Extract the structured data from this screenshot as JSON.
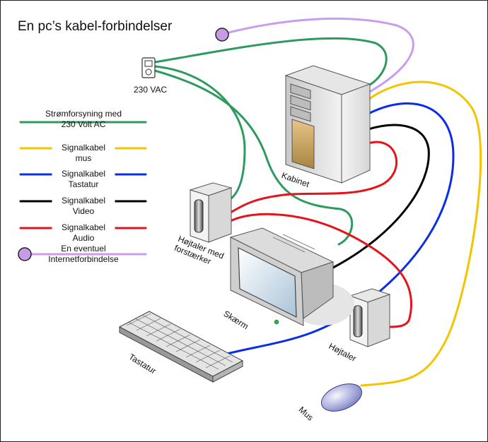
{
  "title": "En pc’s kabel-forbindelser",
  "labels": {
    "outlet": "230 VAC",
    "cabinet": "Kabinet",
    "speaker_amp": "Højtaler med forstærker",
    "speaker": "Højtaler",
    "monitor": "Skærm",
    "keyboard": "Tastatur",
    "mouse": "Mus"
  },
  "legend": [
    {
      "label": "Strømforsyning med 230 Volt AC",
      "color": "#2e9a5e"
    },
    {
      "label": "Signalkabel mus",
      "color": "#f5c400"
    },
    {
      "label": "Signalkabel Tastatur",
      "color": "#0a2ee8"
    },
    {
      "label": "Signalkabel Video",
      "color": "#000000"
    },
    {
      "label": "Signalkabel Audio",
      "color": "#e3151a"
    },
    {
      "label": "En eventuel Internetforbindelse",
      "color": "#c89df0"
    }
  ],
  "colors": {
    "power": "#2e9a5e",
    "mouse": "#f5c400",
    "keyboard": "#0a2ee8",
    "video": "#000000",
    "audio": "#e3151a",
    "internet": "#c89df0",
    "internet_node": "#c79be8"
  }
}
